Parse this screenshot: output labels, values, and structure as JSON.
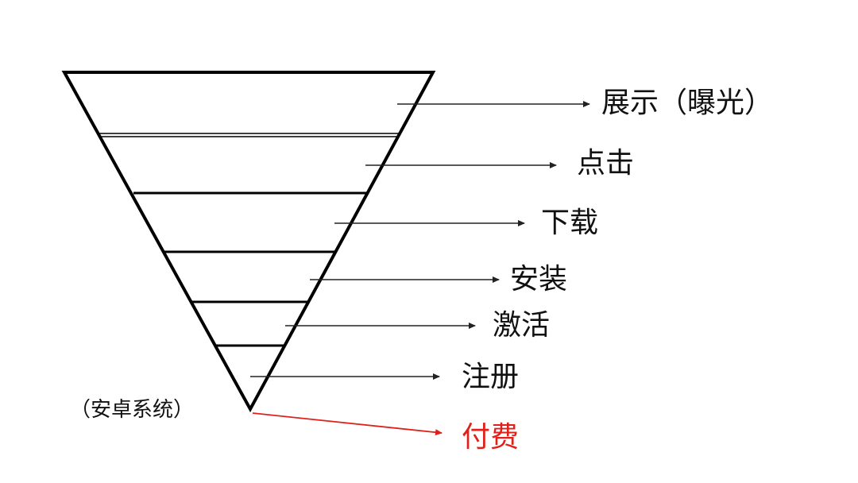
{
  "diagram": {
    "type": "conversion-funnel",
    "stages": [
      {
        "label": "展示（曝光）",
        "color": "#111111"
      },
      {
        "label": "点击",
        "color": "#111111"
      },
      {
        "label": "下载",
        "color": "#111111"
      },
      {
        "label": "安装",
        "color": "#111111"
      },
      {
        "label": "激活",
        "color": "#111111"
      },
      {
        "label": "注册",
        "color": "#111111"
      },
      {
        "label": "付费",
        "color": "#e0201a"
      }
    ],
    "note": "（安卓系统）",
    "colors": {
      "line": "#000000",
      "arrow": "#222222",
      "highlight": "#e0201a"
    }
  }
}
